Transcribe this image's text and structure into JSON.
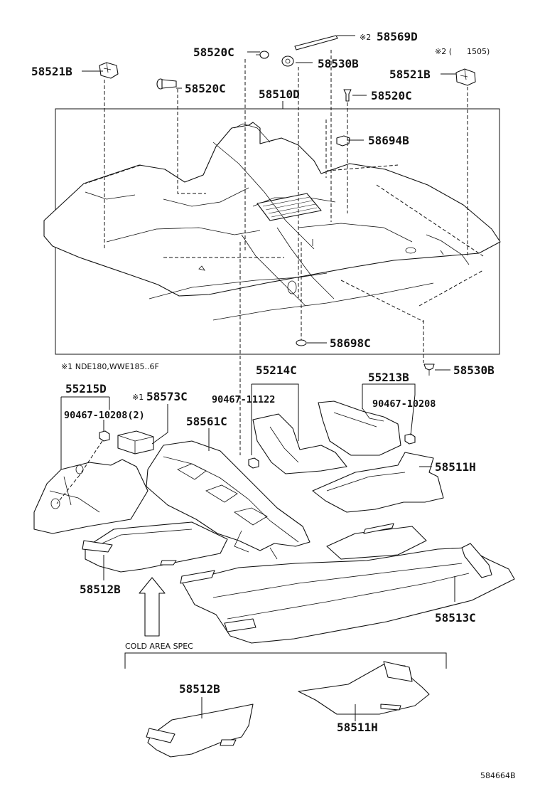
{
  "parts": {
    "p_58569D": "58569D",
    "p_58520C_a": "58520C",
    "p_58530B_a": "58530B",
    "p_58521B_left": "58521B",
    "p_58521B_right": "58521B",
    "p_58520C_b": "58520C",
    "p_58520C_c": "58520C",
    "p_58510D": "58510D",
    "p_58694B": "58694B",
    "p_58698C": "58698C",
    "p_58530B_b": "58530B",
    "p_55214C": "55214C",
    "p_55213B": "55213B",
    "p_55215D": "55215D",
    "p_58573C": "58573C",
    "p_90467_11122": "90467-11122",
    "p_90467_10208_2": "90467-10208(2)",
    "p_90467_10208": "90467-10208",
    "p_58561C": "58561C",
    "p_58511H_a": "58511H",
    "p_58512B_a": "58512B",
    "p_58513C": "58513C",
    "p_58512B_b": "58512B",
    "p_58511H_b": "58511H"
  },
  "marks": {
    "mark2_58569D": "※2",
    "mark1_58573C": "※1"
  },
  "notes": {
    "note2": "※2 (      1505)",
    "note1": "※1 NDE180,WWE185..6F",
    "cold_area": "COLD AREA SPEC"
  },
  "diagram_id": "584664B"
}
